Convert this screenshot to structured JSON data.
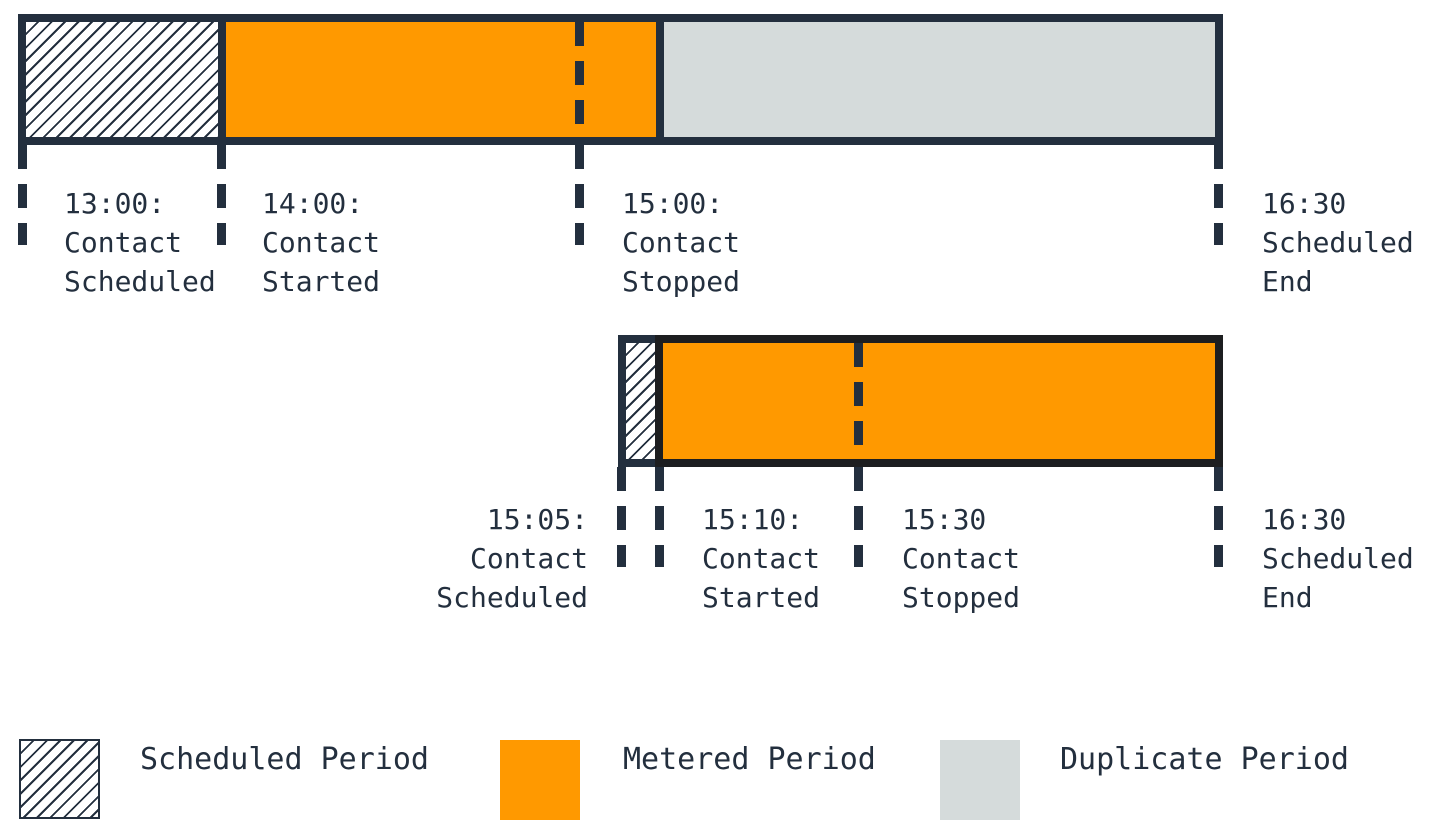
{
  "colors": {
    "navy": "#232f3e",
    "metered_orange": "#ff9900",
    "duplicate_gray": "#d5dbdb",
    "bar2_outline_black": "#1d1e20",
    "background": "#ffffff"
  },
  "bar1": {
    "description": "first contact timeline",
    "segments": [
      {
        "type": "scheduled-period"
      },
      {
        "type": "metered-period"
      },
      {
        "type": "duplicate-period"
      }
    ],
    "events": [
      {
        "label": "13:00:\nContact\nScheduled"
      },
      {
        "label": "14:00:\nContact\nStarted"
      },
      {
        "label": "15:00:\nContact\nStopped"
      },
      {
        "label": "16:30\nScheduled\nEnd"
      }
    ]
  },
  "bar2": {
    "description": "second (duplicate) contact timeline",
    "segments": [
      {
        "type": "scheduled-period"
      },
      {
        "type": "metered-period"
      }
    ],
    "events": [
      {
        "label": "15:05:\nContact\nScheduled"
      },
      {
        "label": "15:10:\nContact\nStarted"
      },
      {
        "label": "15:30\nContact\nStopped"
      },
      {
        "label": "16:30\nScheduled\nEnd"
      }
    ]
  },
  "legend": {
    "scheduled": "Scheduled Period",
    "metered": "Metered Period",
    "duplicate": "Duplicate Period"
  }
}
